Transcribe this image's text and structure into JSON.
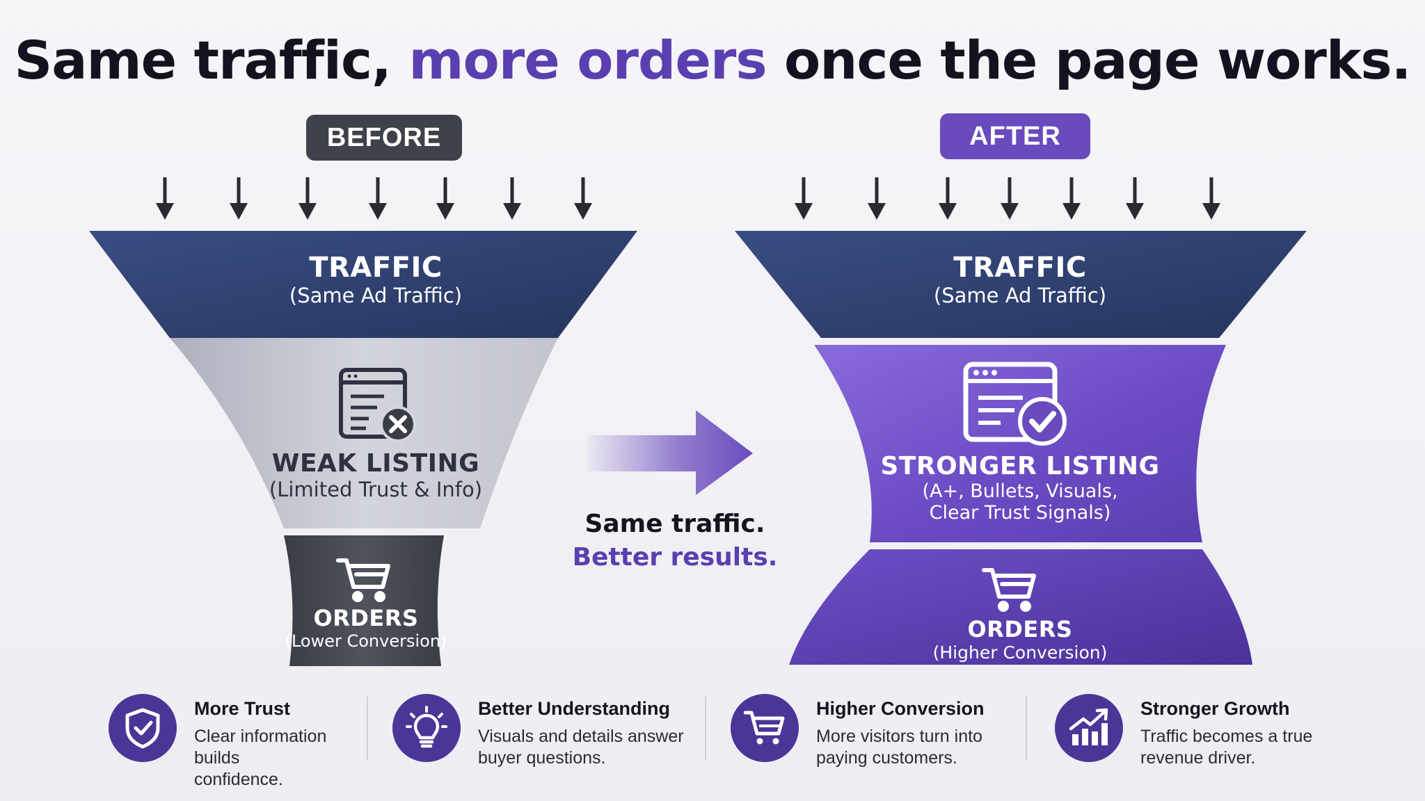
{
  "headline": {
    "part1": "Same traffic, ",
    "accent": "more orders",
    "part2": " once the page works."
  },
  "before": {
    "badge": "BEFORE",
    "traffic_title": "TRAFFIC",
    "traffic_sub": "(Same Ad Traffic)",
    "listing_title": "WEAK LISTING",
    "listing_sub": "(Limited Trust & Info)",
    "orders_title": "ORDERS",
    "orders_sub": "(Lower Conversion)",
    "listing_icon": "listing-x-icon",
    "orders_icon": "cart-icon"
  },
  "after": {
    "badge": "AFTER",
    "traffic_title": "TRAFFIC",
    "traffic_sub": "(Same Ad Traffic)",
    "listing_title": "STRONGER LISTING",
    "listing_sub_line1": "(A+, Bullets, Visuals,",
    "listing_sub_line2": "Clear Trust Signals)",
    "orders_title": "ORDERS",
    "orders_sub": "(Higher Conversion)",
    "listing_icon": "listing-check-icon",
    "orders_icon": "cart-icon"
  },
  "middle": {
    "line1": "Same traffic.",
    "line2": "Better results."
  },
  "features": [
    {
      "title": "More Trust",
      "desc": "Clear information builds confidence.",
      "icon": "shield-check-icon"
    },
    {
      "title": "Better Understanding",
      "desc": "Visuals and details answer buyer questions.",
      "icon": "lightbulb-icon"
    },
    {
      "title": "Higher Conversion",
      "desc": "More visitors turn into paying customers.",
      "icon": "cart-icon"
    },
    {
      "title": "Stronger Growth",
      "desc": "Traffic becomes a true revenue driver.",
      "icon": "growth-chart-icon"
    }
  ],
  "colors": {
    "accent": "#5a3fb0",
    "navy": "#2f3f6e",
    "purple": "#6a4bbd",
    "gray_dark": "#3f424b"
  }
}
